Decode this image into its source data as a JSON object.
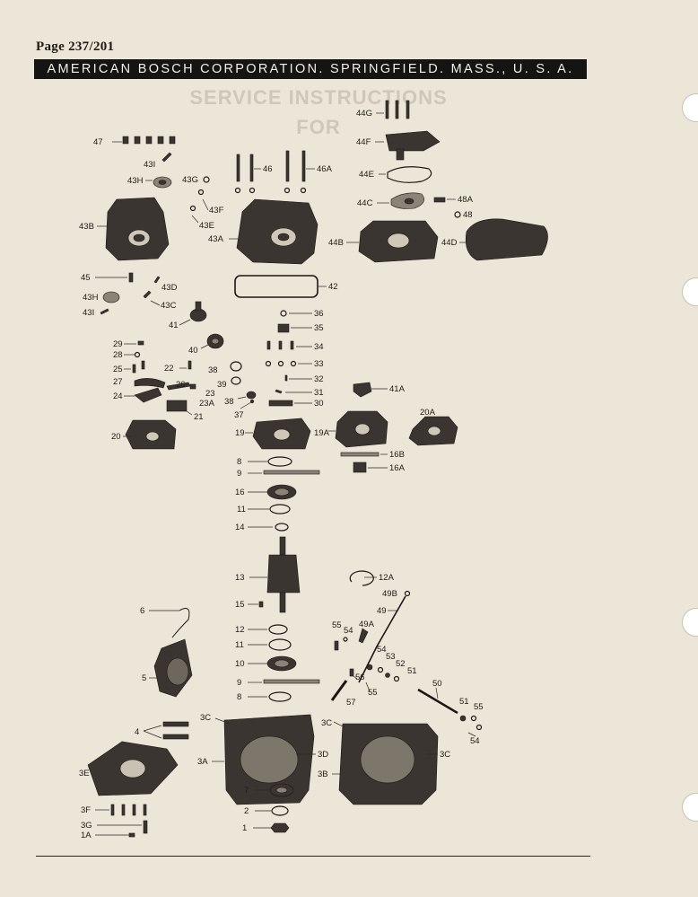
{
  "page": {
    "number": "Page 237/201"
  },
  "header": {
    "company": "AMERICAN BOSCH CORPORATION. SPRINGFIELD. MASS., U. S. A."
  },
  "bleed_through": {
    "line1": "SERVICE INSTRUCTIONS",
    "line2": "FOR"
  },
  "parts": {
    "p47": "47",
    "p43I": "43I",
    "p43H": "43H",
    "p43G": "43G",
    "p43F": "43F",
    "p43E": "43E",
    "p43B": "43B",
    "p43A": "43A",
    "p46": "46",
    "p46A": "46A",
    "p44G": "44G",
    "p44F": "44F",
    "p44E": "44E",
    "p44C": "44C",
    "p48A": "48A",
    "p48": "48",
    "p44B": "44B",
    "p44D": "44D",
    "p45": "45",
    "p43D": "43D",
    "p43H2": "43H",
    "p43C": "43C",
    "p43I2": "43I",
    "p42": "42",
    "p41": "41",
    "p36": "36",
    "p35": "35",
    "p34": "34",
    "p40": "40",
    "p33": "33",
    "p29": "29",
    "p28": "28",
    "p25": "25",
    "p22": "22",
    "p38": "38",
    "p32": "32",
    "p27": "27",
    "p26": "26",
    "p39": "39",
    "p23": "23",
    "p31": "31",
    "p41A": "41A",
    "p24": "24",
    "p23A": "23A",
    "p38b": "38",
    "p30": "30",
    "p37": "37",
    "p21": "21",
    "p20": "20",
    "p19": "19",
    "p19A": "19A",
    "p20A": "20A",
    "p16B": "16B",
    "p16A": "16A",
    "p8": "8",
    "p9": "9",
    "p16": "16",
    "p11": "11",
    "p14": "14",
    "p13": "13",
    "p12A": "12A",
    "p49B": "49B",
    "p49": "49",
    "p6": "6",
    "p15": "15",
    "p55": "55",
    "p54": "54",
    "p49A": "49A",
    "p12": "12",
    "p11b": "11",
    "p54b": "54",
    "p53": "53",
    "p52": "52",
    "p51": "51",
    "p10": "10",
    "p56": "56",
    "p55b": "55",
    "p50": "50",
    "p5": "5",
    "p9b": "9",
    "p8b": "8",
    "p57": "57",
    "p51b": "51",
    "p55c": "55",
    "p54c": "54",
    "p3C": "3C",
    "p4": "4",
    "p3Cb": "3C",
    "p3D": "3D",
    "p3Cc": "3C",
    "p3A": "3A",
    "p3B": "3B",
    "p3E": "3E",
    "p7": "7",
    "p2": "2",
    "p3F": "3F",
    "p3G": "3G",
    "p1A": "1A",
    "p1": "1"
  }
}
